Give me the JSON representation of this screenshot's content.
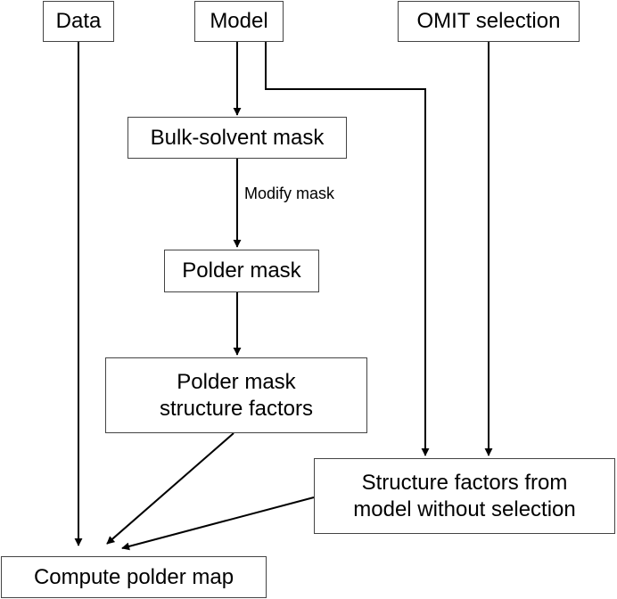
{
  "nodes": {
    "data": {
      "label": "Data"
    },
    "model": {
      "label": "Model"
    },
    "omit_selection": {
      "label": "OMIT selection"
    },
    "bulk_solvent_mask": {
      "label": "Bulk-solvent mask"
    },
    "polder_mask": {
      "label": "Polder mask"
    },
    "polder_mask_sf": {
      "line1": "Polder mask",
      "line2": "structure factors"
    },
    "sf_without_selection": {
      "line1": "Structure factors from",
      "line2": "model without selection"
    },
    "compute_polder_map": {
      "label": "Compute polder map"
    }
  },
  "edges": {
    "modify_mask_label": "Modify mask"
  },
  "colors": {
    "box_border": "#444444",
    "arrow": "#000000",
    "background": "#ffffff"
  }
}
